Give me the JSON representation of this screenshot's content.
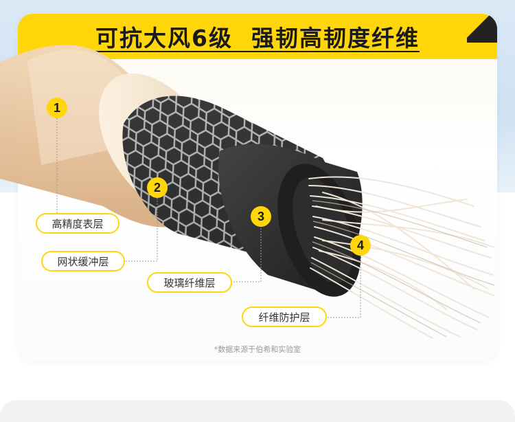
{
  "banner": {
    "title": "可抗大风6级  强韧高韧度纤维"
  },
  "layers": [
    {
      "number": "1",
      "label": "高精度表层"
    },
    {
      "number": "2",
      "label": "网状缓冲层"
    },
    {
      "number": "3",
      "label": "玻璃纤维层"
    },
    {
      "number": "4",
      "label": "纤维防护层"
    }
  ],
  "footnote": "*数据来源于伯希和实验室",
  "colors": {
    "accent": "#ffd60a",
    "outer_sheath": "#e8c7a2",
    "braid": "#4a4a4a",
    "inner_sheath": "#2b2b2b",
    "fibers": "#efe7dc"
  }
}
